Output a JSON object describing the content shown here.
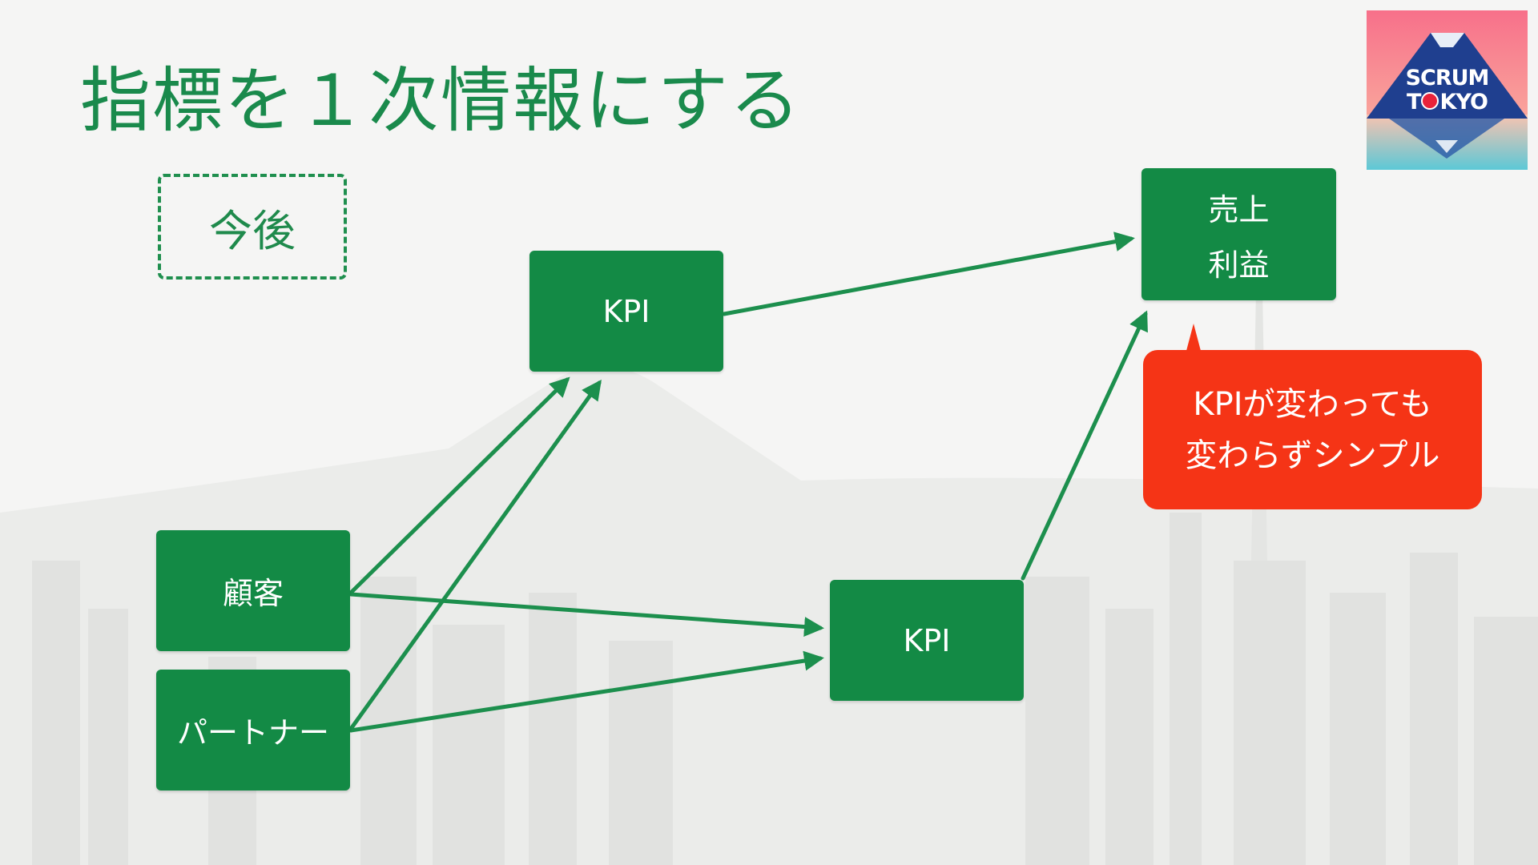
{
  "slide": {
    "title": "指標を１次情報にする",
    "tag": "今後"
  },
  "diagram": {
    "nodes": {
      "customer": "顧客",
      "partner": "パートナー",
      "kpi_top": "KPI",
      "kpi_bottom": "KPI",
      "result_line1": "売上",
      "result_line2": "利益"
    },
    "callout": {
      "line1": "KPIが変わっても",
      "line2": "変わらずシンプル"
    },
    "colors": {
      "node_fill": "#138a45",
      "arrow": "#1c8f4d",
      "callout_fill": "#f53416",
      "title": "#1a8a4c"
    }
  },
  "logo": {
    "line1": "SCRUM",
    "line2_part1": "T",
    "line2_part2": "KYO"
  }
}
